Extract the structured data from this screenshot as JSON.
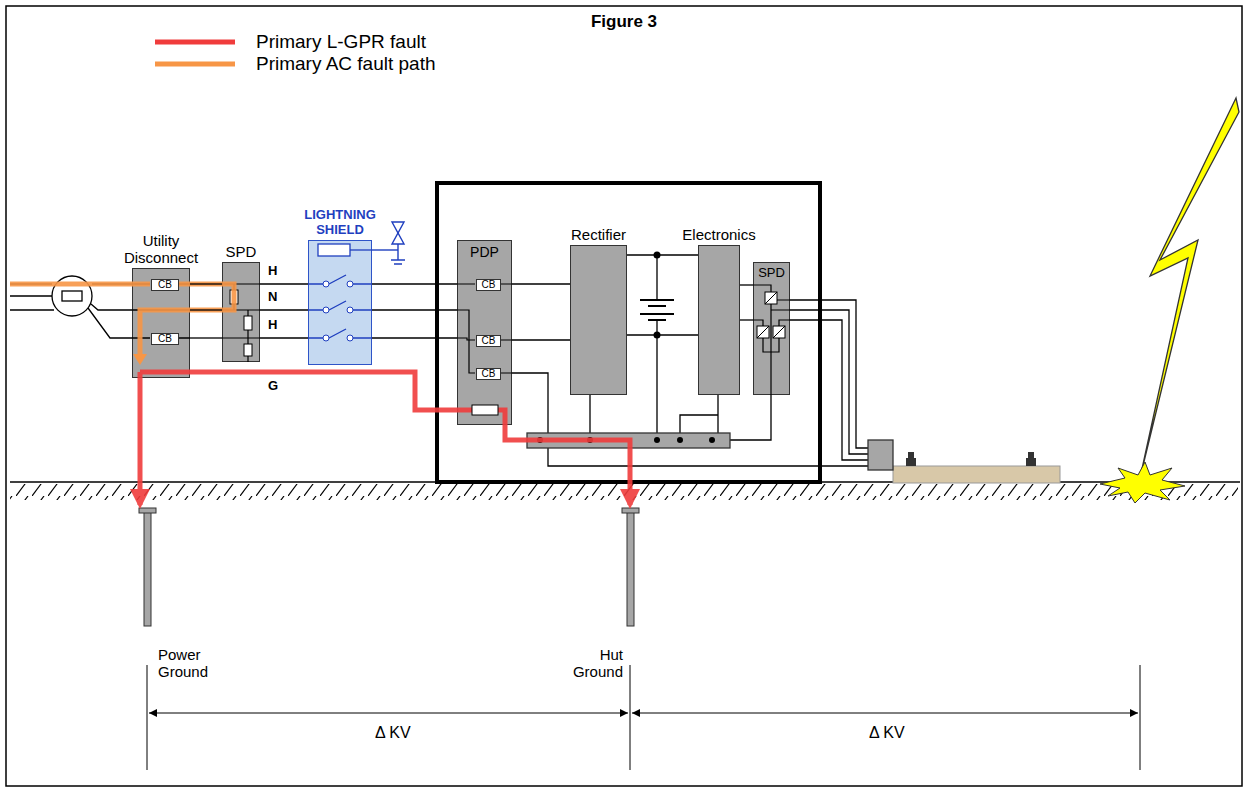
{
  "diagram": {
    "title": "Figure 3",
    "nodes": [
      {
        "text": [
          "Utility Disconnect"
        ]
      },
      {
        "text": [
          "CB"
        ],
        "in": 0
      },
      {
        "text": [
          "CB"
        ],
        "in": 0
      },
      {
        "text": [
          "SPD"
        ]
      },
      {
        "text": [
          "LIGHTNING SHIELD"
        ]
      },
      {
        "text": [
          "PDP"
        ]
      },
      {
        "text": [
          "CB"
        ],
        "in": 5
      },
      {
        "text": [
          "CB"
        ],
        "in": 5
      },
      {
        "text": [
          "CB"
        ],
        "in": 5
      },
      {
        "text": [
          "Rectifier"
        ]
      },
      {
        "text": [
          "Electronics"
        ]
      },
      {
        "text": [
          "SPD"
        ]
      },
      {
        "text": [
          "Power Ground"
        ]
      },
      {
        "text": [
          "Hut Ground"
        ]
      }
    ],
    "edges": [
      {
        "from": 0,
        "to": 3,
        "arrow": "none"
      },
      {
        "from": 0,
        "to": 3,
        "arrow": "none"
      },
      {
        "from": 0,
        "to": 3,
        "arrow": "none"
      },
      {
        "from": 3,
        "to": 4,
        "arrow": "none"
      },
      {
        "from": 3,
        "to": 4,
        "arrow": "none"
      },
      {
        "from": 3,
        "to": 4,
        "arrow": "none"
      },
      {
        "from": 4,
        "to": 5,
        "arrow": "none"
      },
      {
        "from": 4,
        "to": 5,
        "arrow": "none"
      },
      {
        "from": 4,
        "to": 5,
        "arrow": "none"
      },
      {
        "from": 0,
        "to": 5,
        "arrow": "none"
      },
      {
        "from": 0,
        "to": 12,
        "arrow": "to"
      },
      {
        "from": 5,
        "to": 13,
        "arrow": "to"
      },
      {
        "from": 5,
        "to": 9,
        "arrow": "none"
      },
      {
        "from": 5,
        "to": 9,
        "arrow": "none"
      },
      {
        "from": 9,
        "to": 10,
        "arrow": "none"
      },
      {
        "from": 9,
        "to": 10,
        "arrow": "none"
      },
      {
        "from": 10,
        "to": 11,
        "arrow": "none"
      },
      {
        "from": 10,
        "to": 11,
        "arrow": "none"
      }
    ],
    "labels": [
      "H",
      "N",
      "H",
      "G",
      "Δ KV",
      "Δ KV"
    ],
    "legend": [
      {
        "text": "Primary L-GPR fault"
      },
      {
        "text": "Primary AC fault path"
      }
    ]
  }
}
